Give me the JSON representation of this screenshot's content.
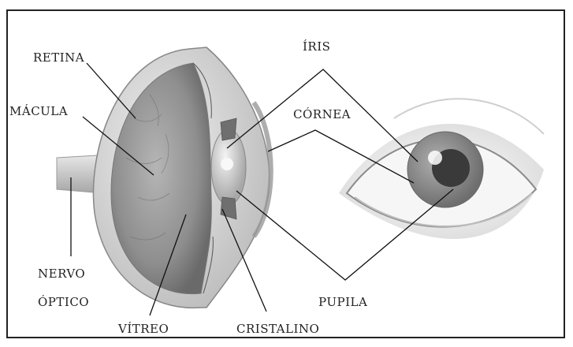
{
  "diagram": {
    "labels": {
      "retina": "RETINA",
      "macula": "MÁCULA",
      "iris": "ÍRIS",
      "cornea": "CÓRNEA",
      "nervo": "NERVO",
      "optico": "ÓPTICO",
      "vitreo": "VÍTREO",
      "cristalino": "CRISTALINO",
      "pupila": "PUPILA"
    },
    "colors": {
      "line": "#111111",
      "globe_outer": "#d9d9d9",
      "globe_inner": "#9a9a9a",
      "iris": "#8a8a8a",
      "pupil": "#3a3a3a"
    }
  }
}
